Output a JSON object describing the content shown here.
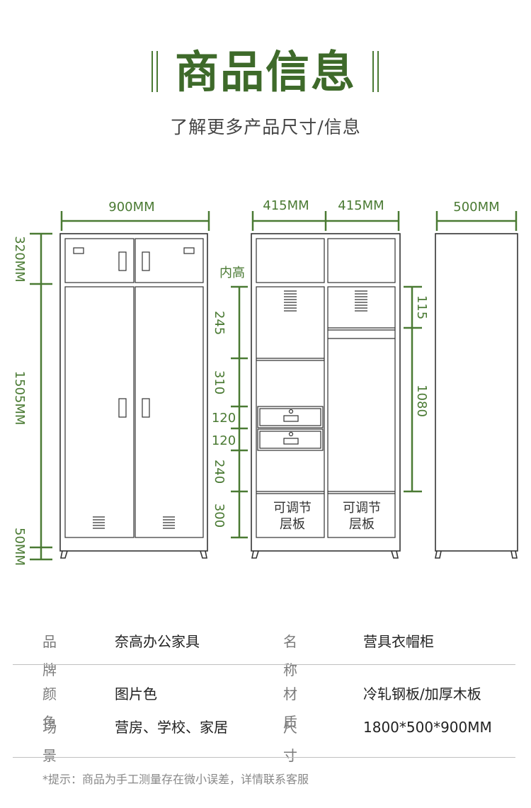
{
  "header": {
    "title": "商品信息",
    "subtitle": "了解更多产品尺寸/信息"
  },
  "colors": {
    "accent": "#3e6a2a",
    "dimension": "#4a7a33",
    "outline": "#333333"
  },
  "views": {
    "front": {
      "width_label": "900MM",
      "heights": [
        "320MM",
        "1505MM",
        "50MM"
      ]
    },
    "inside": {
      "left_width": "415MM",
      "right_width": "415MM",
      "inner_label": "内高",
      "left_dims": [
        "245",
        "310",
        "120",
        "120",
        "240",
        "300"
      ],
      "right_dims": [
        "115",
        "1080"
      ],
      "shelf_text_left": [
        "可调节",
        "层板"
      ],
      "shelf_text_right": [
        "可调节",
        "层板"
      ]
    },
    "side": {
      "depth_label": "500MM"
    }
  },
  "specs": [
    {
      "key": "品牌",
      "value": "奈高办公家具",
      "key2": "名称",
      "value2": "营具衣帽柜"
    },
    {
      "key": "颜色",
      "value": "图片色",
      "key2": "材质",
      "value2": "冷轧钢板/加厚木板"
    },
    {
      "key": "场景",
      "value": "营房、学校、家居",
      "key2": "尺寸",
      "value2": "1800*500*900MM"
    }
  ],
  "note": "*提示：商品为手工测量存在微小误差，详情联系客服"
}
